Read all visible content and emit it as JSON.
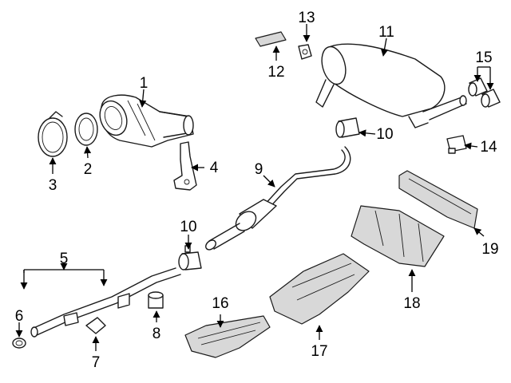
{
  "callouts": {
    "c1": "1",
    "c2": "2",
    "c3": "3",
    "c4": "4",
    "c5": "5",
    "c6": "6",
    "c7": "7",
    "c8": "8",
    "c9": "9",
    "c10a": "10",
    "c10b": "10",
    "c11": "11",
    "c12": "12",
    "c13": "13",
    "c14": "14",
    "c15": "15",
    "c16": "16",
    "c17": "17",
    "c18": "18",
    "c19": "19"
  },
  "colors": {
    "line": "#1a1a1a",
    "shade": "#d8d8d8",
    "background": "#ffffff"
  }
}
